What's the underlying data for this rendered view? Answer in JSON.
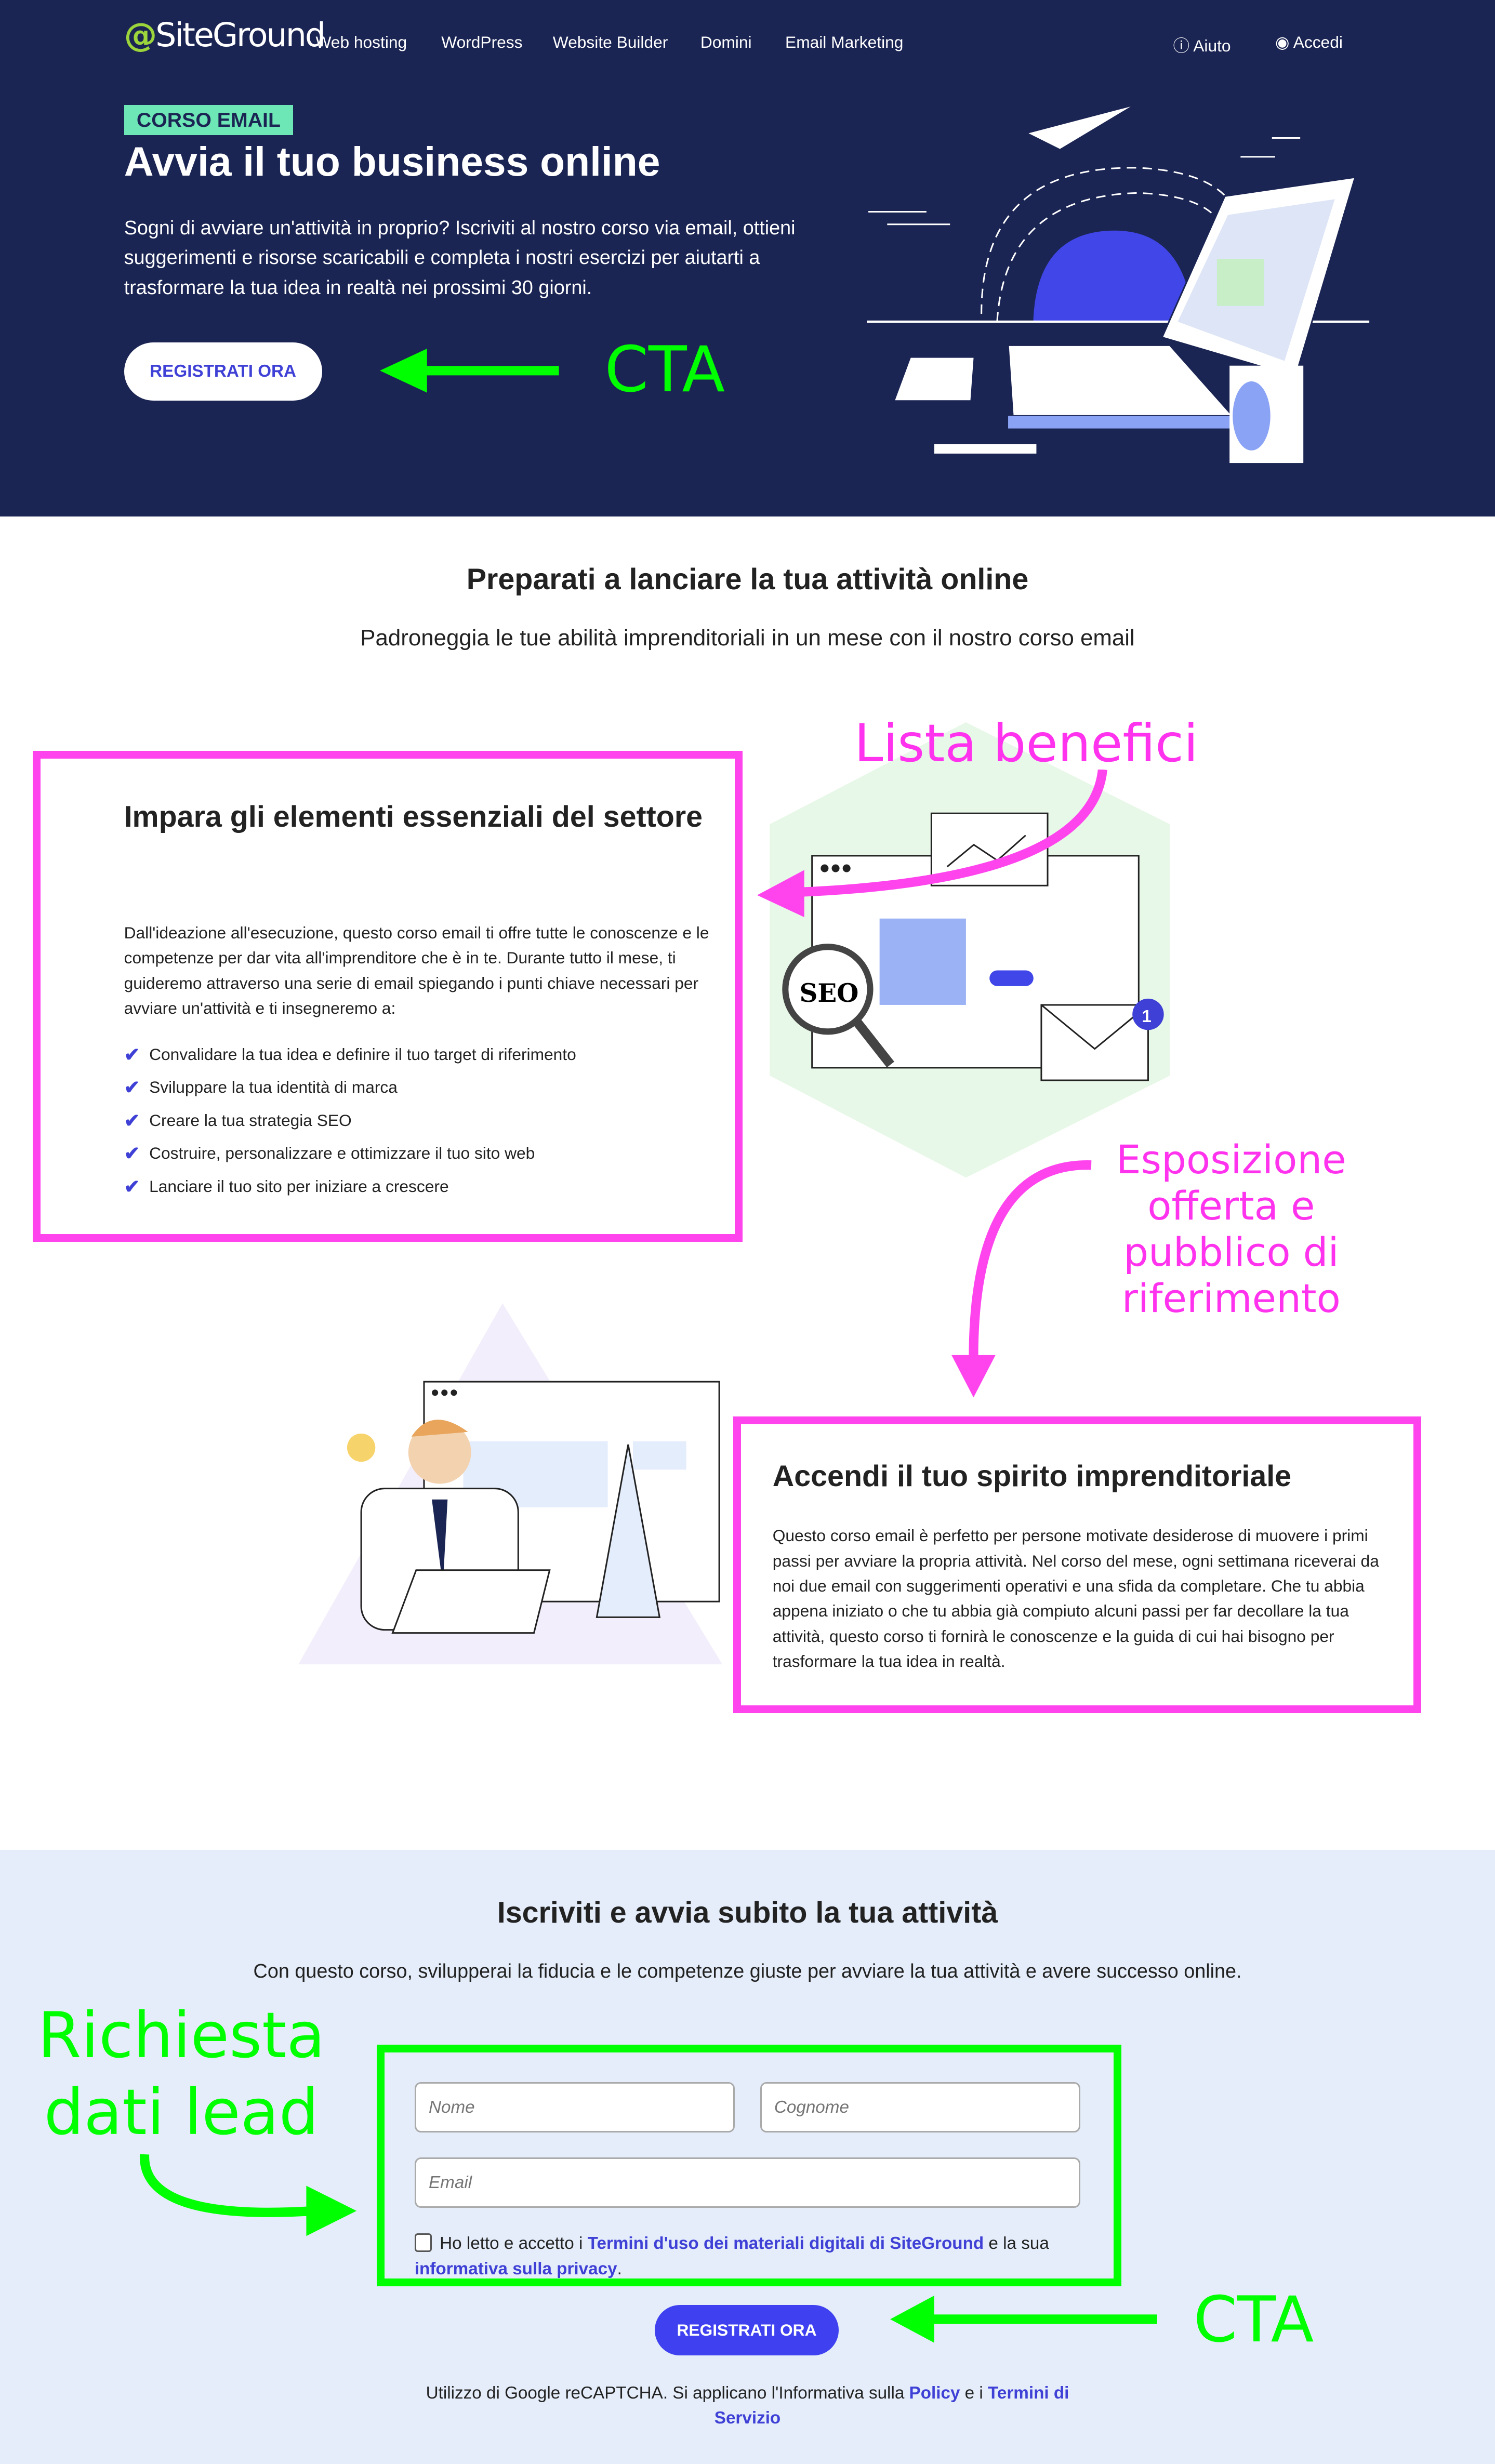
{
  "nav": {
    "logo": "SiteGround",
    "items": [
      "Web hosting",
      "WordPress",
      "Website Builder",
      "Domini",
      "Email Marketing"
    ],
    "help": "Aiuto",
    "login": "Accedi"
  },
  "hero": {
    "badge": "CORSO EMAIL",
    "title": "Avvia il tuo business online",
    "text": "Sogni di avviare un'attività in proprio? Iscriviti al nostro corso via email, ottieni suggerimenti e risorse scaricabili e completa i nostri esercizi per aiutarti a trasformare la tua idea in realtà nei prossimi 30 giorni.",
    "cta": "REGISTRATI ORA",
    "annotation": "CTA"
  },
  "section2": {
    "title": "Preparati a lanciare la tua attività online",
    "subtitle": "Padroneggia le tue abilità imprenditoriali in un mese con il nostro corso email",
    "box1": {
      "title": "Impara gli elementi essenziali del settore",
      "text": "Dall'ideazione all'esecuzione, questo corso email ti offre tutte le conoscenze e le competenze per dar vita all'imprenditore che è in te. Durante tutto il mese, ti guideremo attraverso una serie di email spiegando i punti chiave necessari per avviare un'attività e ti insegneremo a:",
      "items": [
        "Convalidare la tua idea e definire il tuo target di riferimento",
        "Sviluppare la tua identità di marca",
        "Creare la tua strategia SEO",
        "Costruire, personalizzare e ottimizzare il tuo sito web",
        "Lanciare il tuo sito per iniziare a crescere"
      ]
    },
    "illus_seo": "SEO",
    "illus_badge": "1",
    "annotation1": "Lista benefici",
    "annotation2": "Esposizione offerta e pubblico di riferimento",
    "box2": {
      "title": "Accendi il tuo spirito imprenditoriale",
      "text": "Questo corso email è perfetto per persone motivate desiderose di muovere i primi passi per avviare la propria attività. Nel corso del mese, ogni settimana riceverai da noi due email con suggerimenti operativi e una sfida da completare. Che tu abbia appena iniziato o che tu abbia già compiuto alcuni passi per far decollare la tua attività, questo corso ti fornirà le conoscenze e la guida di cui hai bisogno per trasformare la tua idea in realtà."
    }
  },
  "section3": {
    "title": "Iscriviti e avvia subito la tua attività",
    "subtitle": "Con questo corso, svilupperai la fiducia e le competenze giuste per avviare la tua attività e avere successo online.",
    "form": {
      "first_name_placeholder": "Nome",
      "last_name_placeholder": "Cognome",
      "email_placeholder": "Email",
      "consent_pre": "Ho letto e accetto i ",
      "consent_link1": "Termini d'uso dei materiali digitali di SiteGround",
      "consent_mid": " e la sua ",
      "consent_link2": "informativa sulla privacy",
      "consent_end": "."
    },
    "cta": "REGISTRATI ORA",
    "recaptcha_pre": "Utilizzo di Google reCAPTCHA. Si applicano l'Informativa sulla ",
    "recaptcha_link1": "Policy",
    "recaptcha_mid": " e i ",
    "recaptcha_link2": "Termini di Servizio",
    "annotation_lead": "Richiesta dati lead",
    "annotation_cta": "CTA"
  },
  "colors": {
    "navy": "#1b2553",
    "accent": "#3f41f0",
    "annotation_green": "#00ff00",
    "annotation_pink": "#ff44ee"
  }
}
